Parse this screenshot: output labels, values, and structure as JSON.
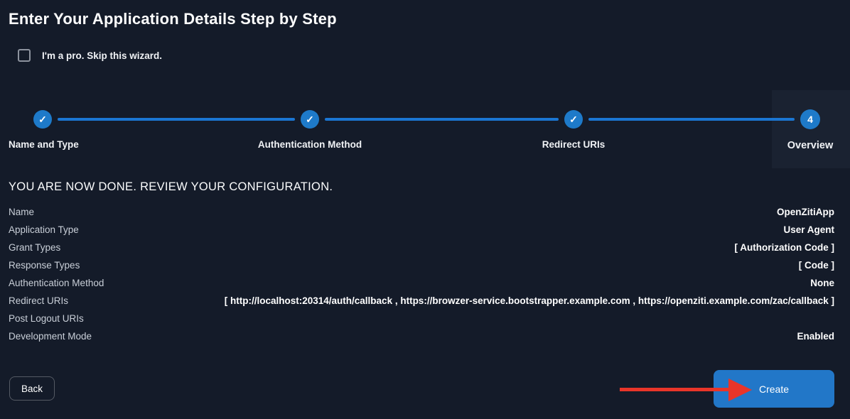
{
  "page": {
    "title": "Enter Your Application Details Step by Step"
  },
  "skip": {
    "label": "I'm a pro. Skip this wizard."
  },
  "stepper": {
    "steps": [
      {
        "label": "Name and Type",
        "state": "done"
      },
      {
        "label": "Authentication Method",
        "state": "done"
      },
      {
        "label": "Redirect URIs",
        "state": "done"
      },
      {
        "label": "Overview",
        "state": "current",
        "number": "4"
      }
    ]
  },
  "review": {
    "heading": "YOU ARE NOW DONE. REVIEW YOUR CONFIGURATION.",
    "rows": [
      {
        "label": "Name",
        "value": "OpenZitiApp"
      },
      {
        "label": "Application Type",
        "value": "User Agent"
      },
      {
        "label": "Grant Types",
        "value": "[ Authorization Code ]"
      },
      {
        "label": "Response Types",
        "value": "[ Code ]"
      },
      {
        "label": "Authentication Method",
        "value": "None"
      },
      {
        "label": "Redirect URIs",
        "value": "[ http://localhost:20314/auth/callback , https://browzer-service.bootstrapper.example.com , https://openziti.example.com/zac/callback ]"
      },
      {
        "label": "Post Logout URIs",
        "value": ""
      },
      {
        "label": "Development Mode",
        "value": "Enabled"
      }
    ]
  },
  "buttons": {
    "back": "Back",
    "create": "Create"
  },
  "icons": {
    "check": "✓"
  },
  "colors": {
    "background": "#141b29",
    "accent_blue": "#2277c8",
    "stepper_blue": "#1b76d2",
    "arrow_red": "#e93529",
    "current_step_panel": "#1a2231"
  }
}
